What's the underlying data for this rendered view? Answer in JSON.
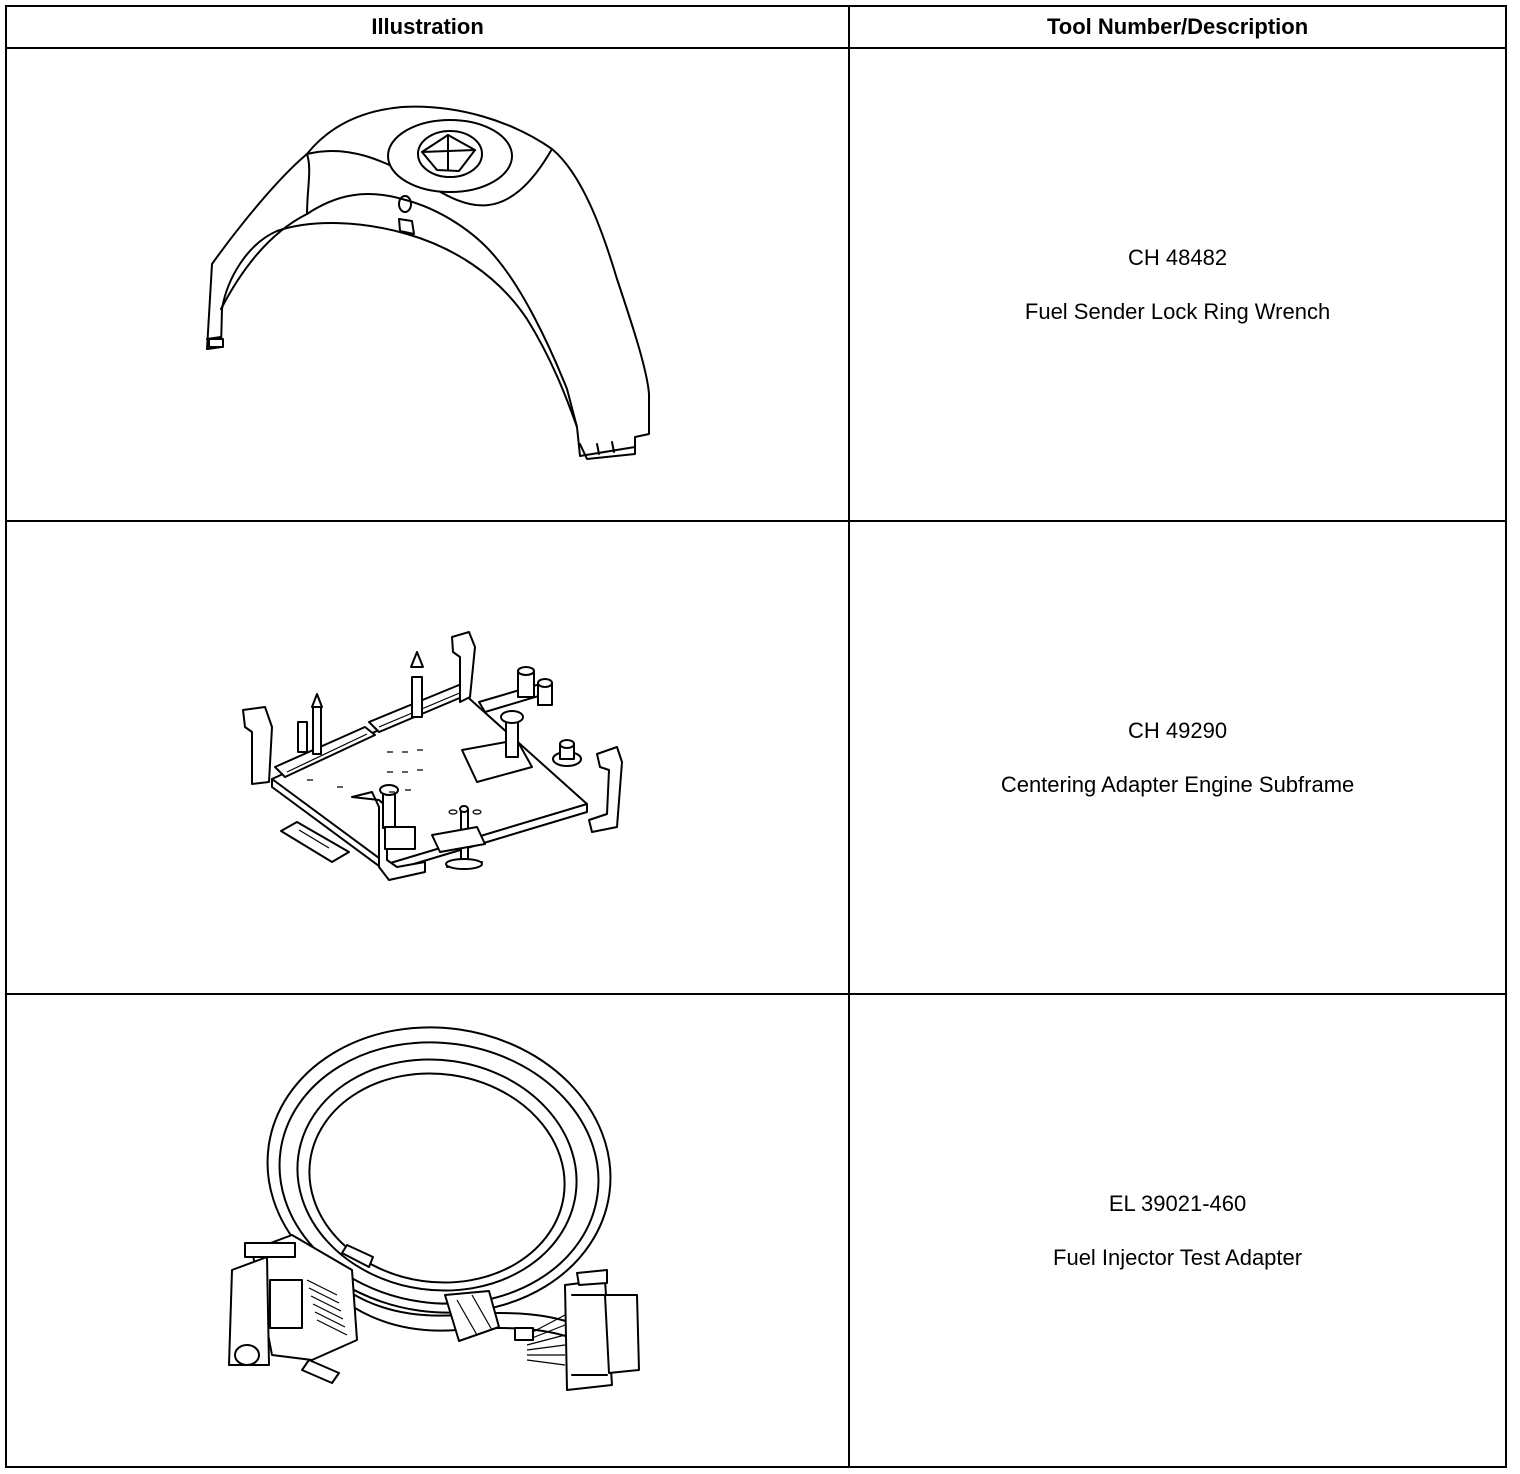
{
  "table": {
    "headers": {
      "illustration": "Illustration",
      "tool": "Tool Number/Description"
    },
    "rows": [
      {
        "tool_number": "CH 48482",
        "description": "Fuel Sender Lock Ring Wrench",
        "icon": "lock-ring-wrench-icon"
      },
      {
        "tool_number": "CH 49290",
        "description": "Centering Adapter Engine Subframe",
        "icon": "subframe-centering-adapter-icon"
      },
      {
        "tool_number": "EL 39021-460",
        "description": "Fuel Injector Test Adapter",
        "icon": "injector-test-adapter-cable-icon"
      }
    ]
  }
}
